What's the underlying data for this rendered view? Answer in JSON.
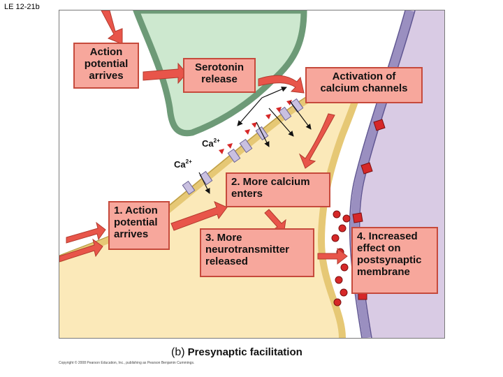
{
  "slide_label": "LE 12-21b",
  "boxes": {
    "action_top": "Action\npotential\narrives",
    "serotonin": "Serotonin\nrelease",
    "activation": "Activation of\ncalcium channels",
    "more_calcium": "2. More calcium\nenters",
    "action_1": "1. Action\npotential\narrives",
    "more_nt": "3. More\nneurotransmitter\nreleased",
    "increased": "4. Increased\neffect on\npostsynaptic\nmembrane"
  },
  "ions": {
    "ca_upper": "Ca",
    "ca_upper_charge": "2+",
    "ca_lower": "Ca",
    "ca_lower_charge": "2+"
  },
  "caption": {
    "panel": "(b)",
    "title": "Presynaptic facilitation"
  },
  "copyright": "Copyright © 2008 Pearson Education, Inc., publishing as Pearson Benjamin Cummings.",
  "colors": {
    "box_fill": "#f7a79c",
    "box_border": "#c64a3c",
    "arrow": "#e8554a",
    "presynaptic_terminal": "#fbe9b9",
    "membrane": "#e6c875",
    "serotonergic_terminal": "#cde8cf",
    "serotonergic_outline": "#6d9a77",
    "postsynaptic_cell": "#d9cbe4",
    "postsynaptic_membrane": "#9a8fc0",
    "channel": "#c9c0e0",
    "vesicle": "#d62828"
  }
}
